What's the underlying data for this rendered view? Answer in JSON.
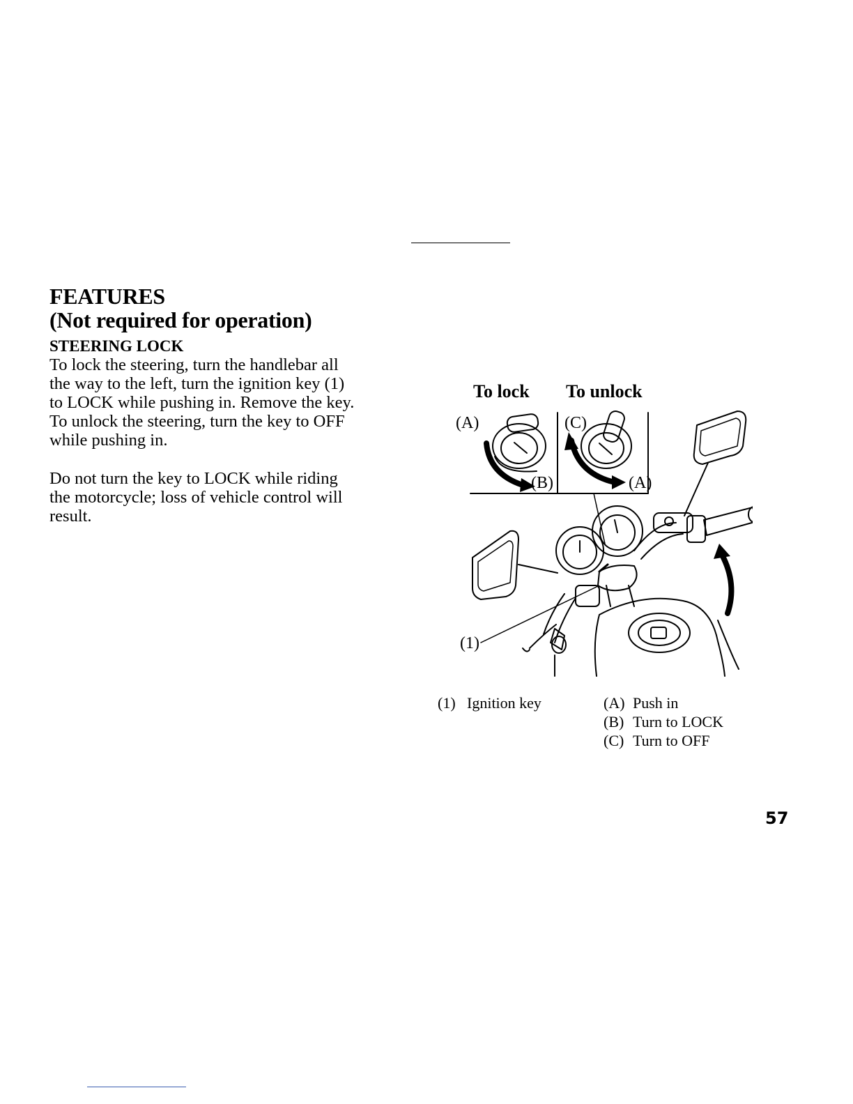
{
  "heading": {
    "title": "FEATURES",
    "subtitle": "(Not required for operation)"
  },
  "section": {
    "title": "STEERING LOCK",
    "paragraph1": [
      "To lock the steering, turn the handlebar all",
      "the way to the left, turn the ignition key (1)",
      "to LOCK while pushing in. Remove the key.",
      "To unlock the steering, turn the key to OFF",
      "while pushing in."
    ],
    "paragraph2": [
      "Do not turn the key to LOCK while riding",
      "the motorcycle; loss of vehicle control will",
      "result."
    ]
  },
  "figure": {
    "lock_title": "To lock",
    "unlock_title": "To unlock",
    "labels": {
      "a_left": "(A)",
      "b": "(B)",
      "c": "(C)",
      "a_right": "(A)",
      "one": "(1)"
    }
  },
  "captions": {
    "left": {
      "num": "(1)",
      "text": "Ignition key"
    },
    "right": [
      {
        "num": "(A)",
        "text": "Push in"
      },
      {
        "num": "(B)",
        "text": "Turn to LOCK"
      },
      {
        "num": "(C)",
        "text": "Turn to OFF"
      }
    ]
  },
  "page_number": "57"
}
